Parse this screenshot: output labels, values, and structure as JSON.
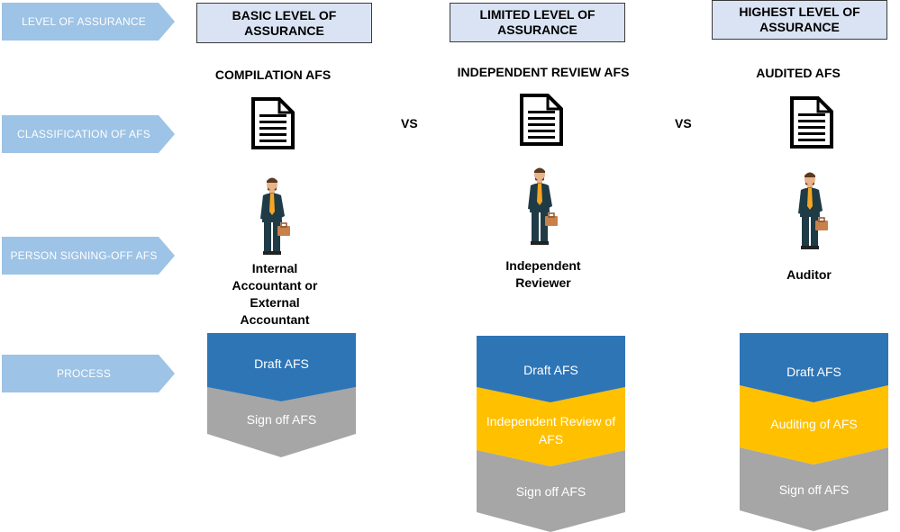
{
  "row_labels": {
    "level": "LEVEL OF ASSURANCE",
    "classification": "CLASSIFICATION  OF AFS",
    "person": "PERSON SIGNING-OFF AFS",
    "process": "PROCESS"
  },
  "vs_label": "VS",
  "columns": [
    {
      "level": "BASIC LEVEL OF ASSURANCE",
      "afs_type": "COMPILATION AFS",
      "signer": "Internal Accountant or External Accountant",
      "steps": [
        "Draft AFS",
        "Sign off AFS"
      ]
    },
    {
      "level": "LIMITED LEVEL OF ASSURANCE",
      "afs_type": "INDEPENDENT REVIEW AFS",
      "signer": "Independent Reviewer",
      "steps": [
        "Draft AFS",
        "Independent Review of AFS",
        "Sign off AFS"
      ]
    },
    {
      "level": "HIGHEST LEVEL OF ASSURANCE",
      "afs_type": "AUDITED AFS",
      "signer": "Auditor",
      "steps": [
        "Draft AFS",
        "Auditing of AFS",
        "Sign off AFS"
      ]
    }
  ],
  "colors": {
    "row_label_bg": "#9dc3e6",
    "level_box_bg": "#dae3f3",
    "draft_step": "#2e75b6",
    "review_step": "#ffc000",
    "signoff_step": "#a6a6a6"
  },
  "icons": {
    "document": "document-icon",
    "person": "businessman-icon"
  }
}
